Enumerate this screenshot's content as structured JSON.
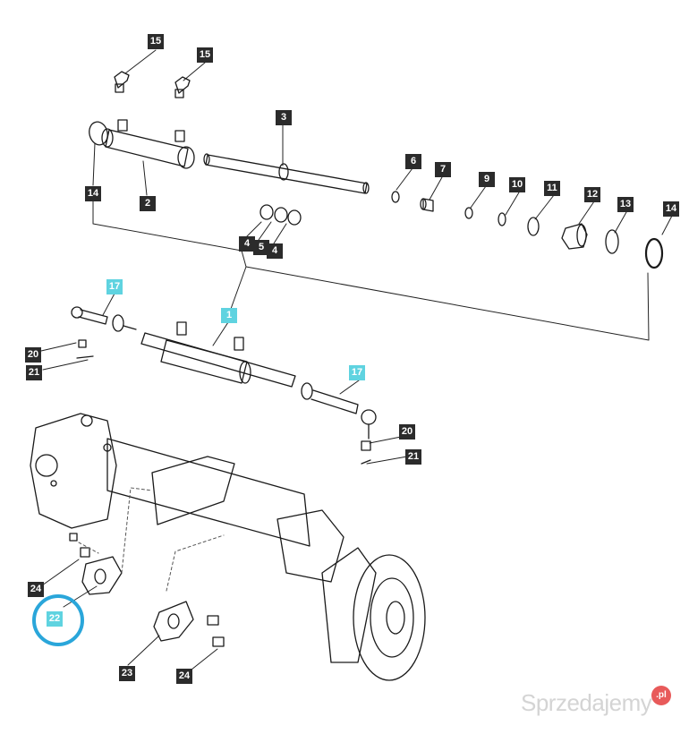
{
  "callouts": {
    "c15a": "15",
    "c15b": "15",
    "c3": "3",
    "c14a": "14",
    "c2": "2",
    "c6": "6",
    "c7": "7",
    "c9": "9",
    "c10": "10",
    "c11": "11",
    "c12": "12",
    "c13": "13",
    "c14b": "14",
    "c4a": "4",
    "c5": "5",
    "c4b": "4",
    "c17a": "17",
    "c1": "1",
    "c20a": "20",
    "c21a": "21",
    "c17b": "17",
    "c20b": "20",
    "c21b": "21",
    "c24a": "24",
    "c22": "22",
    "c23": "23",
    "c24b": "24"
  },
  "highlighted": [
    "1",
    "17",
    "22"
  ],
  "colors": {
    "label_bg": "#2b2b2b",
    "label_highlight": "#5fd3e0",
    "ring": "#2aa6da"
  },
  "watermark": {
    "text": "Sprzedajemy",
    "badge": ".pl"
  }
}
